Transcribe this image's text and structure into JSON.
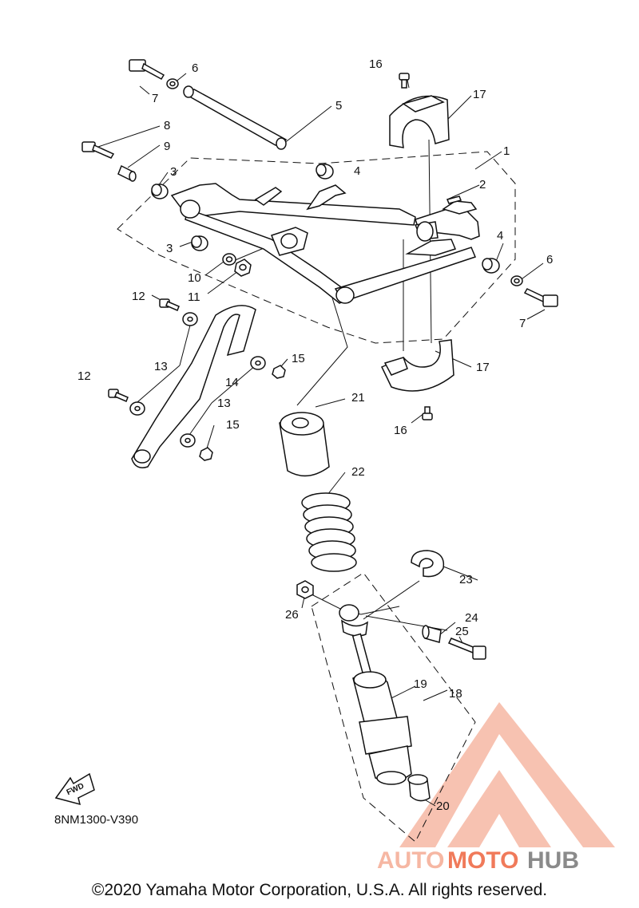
{
  "diagram": {
    "callouts": {
      "c1": "1",
      "c2": "2",
      "c3a": "3",
      "c3b": "3",
      "c4a": "4",
      "c4b": "4",
      "c5": "5",
      "c6a": "6",
      "c6b": "6",
      "c7a": "7",
      "c7b": "7",
      "c8": "8",
      "c9": "9",
      "c10": "10",
      "c11": "11",
      "c12a": "12",
      "c12b": "12",
      "c13a": "13",
      "c13b": "13",
      "c14": "14",
      "c15a": "15",
      "c15b": "15",
      "c16a": "16",
      "c16b": "16",
      "c17a": "17",
      "c17b": "17",
      "c18": "18",
      "c19": "19",
      "c20": "20",
      "c21": "21",
      "c22": "22",
      "c23": "23",
      "c24": "24",
      "c25": "25",
      "c26": "26"
    },
    "fwd_label": "FWD",
    "drawing_code": "8NM1300-V390"
  },
  "watermark": {
    "text_auto": "AUTO",
    "text_moto": "MOTO",
    "text_hub": "HUB",
    "color_light": "#f6b7a3",
    "color_accent": "#f07a5a",
    "color_hub": "#8a8a8a"
  },
  "footer": {
    "copyright": "©2020 Yamaha Motor Corporation, U.S.A. All rights reserved."
  }
}
